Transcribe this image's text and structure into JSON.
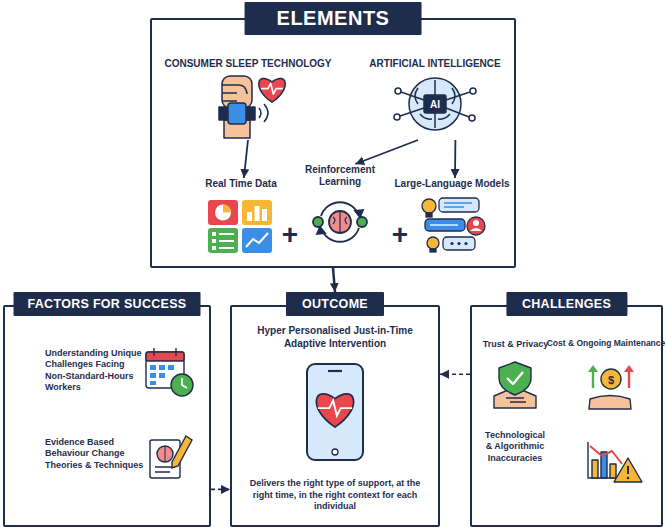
{
  "diagram": {
    "nodes": [
      {
        "text": [
          "ELEMENTS"
        ]
      },
      {
        "text": [
          "CONSUMER SLEEP TECHNOLOGY"
        ],
        "in": 0
      },
      {
        "text": [
          "ARTIFICIAL INTELLIGENCE"
        ],
        "in": 0
      },
      {
        "text": [
          "Real Time Data"
        ],
        "in": 0
      },
      {
        "text": [
          "Reinforcement Learning"
        ],
        "in": 0
      },
      {
        "text": [
          "Large-Language Models"
        ],
        "in": 0
      },
      {
        "text": [
          "FACTORS FOR SUCCESS"
        ]
      },
      {
        "text": [
          "Understanding Unique Challenges Facing Non-Standard-Hours Workers"
        ],
        "in": 6
      },
      {
        "text": [
          "Evidence Based Behaviour Change Theories & Techniques"
        ],
        "in": 6
      },
      {
        "text": [
          "OUTCOME",
          "Hyper Personalised Just-in-Time Adaptive Intervention",
          "Delivers the right type of support, at the right time, in the right context for each individual"
        ]
      },
      {
        "text": [
          "CHALLENGES"
        ]
      },
      {
        "text": [
          "Trust & Privacy"
        ],
        "in": 10
      },
      {
        "text": [
          "Cost & Ongoing Maintenance"
        ],
        "in": 10
      },
      {
        "text": [
          "Technological & Algorithmic Inaccuracies"
        ],
        "in": 10
      }
    ],
    "edges": [
      {
        "from": 1,
        "to": 3,
        "arrow": "to"
      },
      {
        "from": 2,
        "to": 4,
        "arrow": "to"
      },
      {
        "from": 2,
        "to": 5,
        "arrow": "to"
      },
      {
        "from": 0,
        "to": 9,
        "arrow": "to"
      },
      {
        "from": 6,
        "to": 9,
        "arrow": "to"
      },
      {
        "from": 10,
        "to": 9,
        "arrow": "to"
      }
    ],
    "labels": [
      "+",
      "+",
      "AI",
      "$"
    ]
  }
}
